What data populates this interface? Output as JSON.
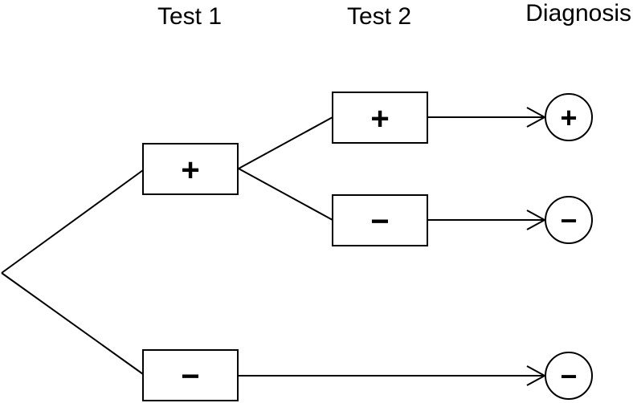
{
  "headers": {
    "test1": "Test 1",
    "test2": "Test 2",
    "diagnosis": "Diagnosis"
  },
  "test1": {
    "positive": "+",
    "negative": "−"
  },
  "test2": {
    "positive": "+",
    "negative": "−"
  },
  "diagnosis": {
    "positive_after_both": "+",
    "negative_after_test2": "−",
    "negative_after_test1": "−"
  },
  "colors": {
    "line": "#000000",
    "background": "#ffffff"
  }
}
